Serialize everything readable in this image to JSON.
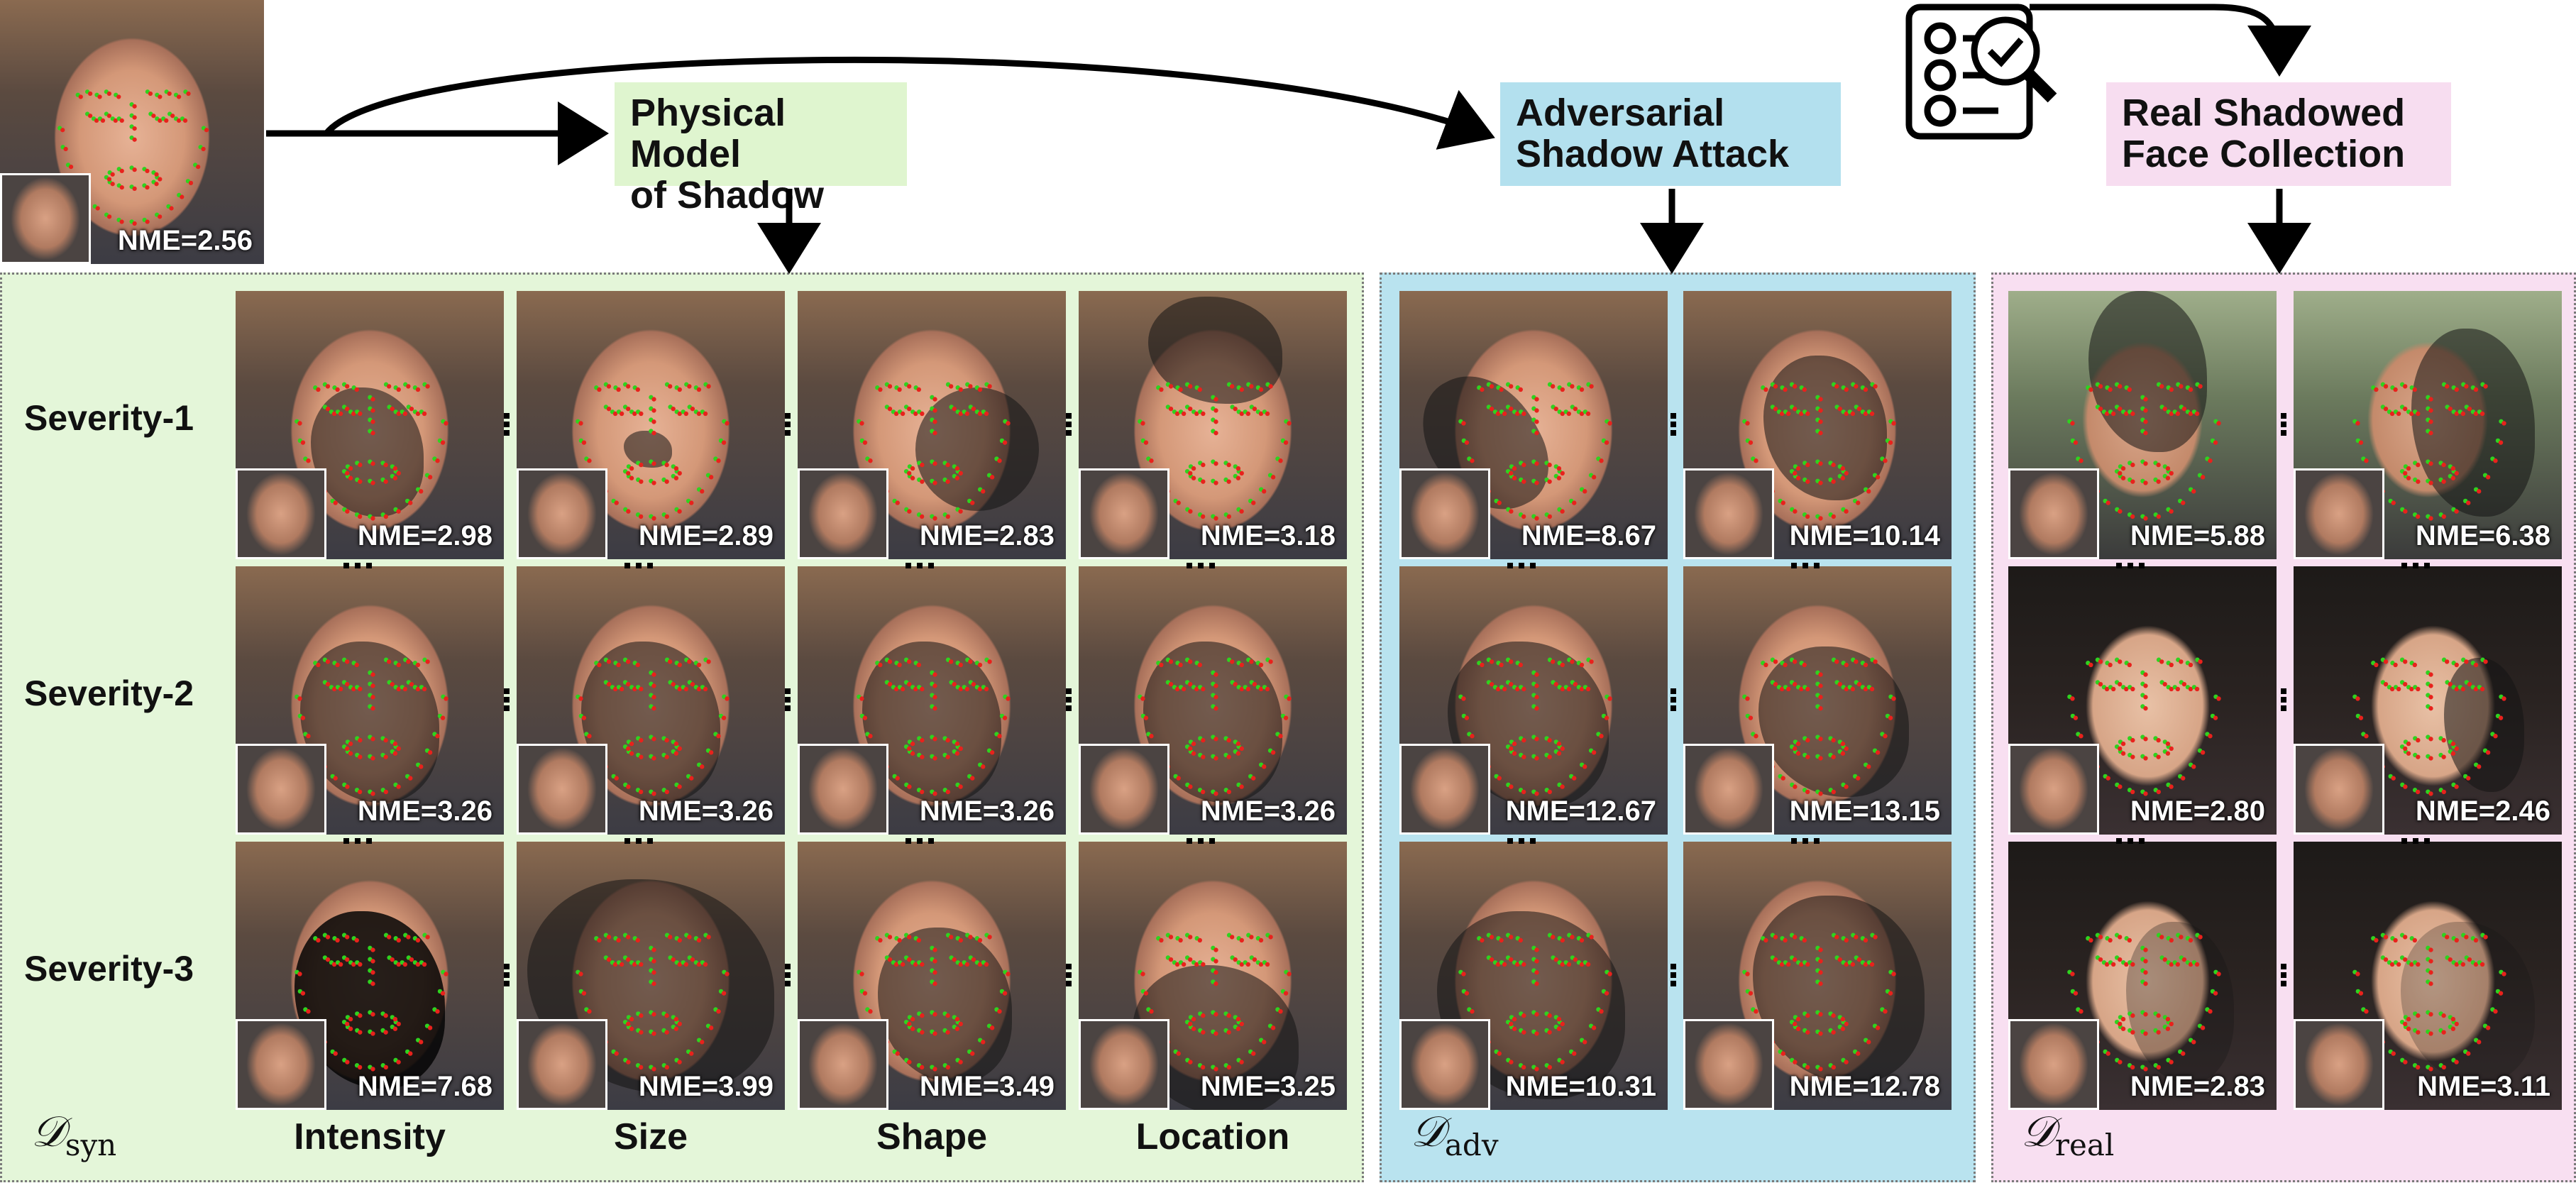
{
  "top": {
    "nme": "NME=2.56"
  },
  "boxes": {
    "syn": [
      "Physical Model",
      "of Shadow"
    ],
    "adv": [
      "Adversarial",
      "Shadow Attack"
    ],
    "real": [
      "Real Shadowed",
      "Face Collection"
    ]
  },
  "syn": {
    "rows": [
      "Severity-1",
      "Severity-2",
      "Severity-3"
    ],
    "cols": [
      "Intensity",
      "Size",
      "Shape",
      "Location"
    ],
    "nme": [
      [
        "NME=2.98",
        "NME=2.89",
        "NME=2.83",
        "NME=3.18"
      ],
      [
        "NME=3.26",
        "NME=3.26",
        "NME=3.26",
        "NME=3.26"
      ],
      [
        "NME=7.68",
        "NME=3.99",
        "NME=3.49",
        "NME=3.25"
      ]
    ],
    "dlabel": "𝒟",
    "dsub": "syn"
  },
  "adv": {
    "nme": [
      [
        "NME=8.67",
        "NME=10.14"
      ],
      [
        "NME=12.67",
        "NME=13.15"
      ],
      [
        "NME=10.31",
        "NME=12.78"
      ]
    ],
    "dlabel": "𝒟",
    "dsub": "adv"
  },
  "real": {
    "nme": [
      [
        "NME=5.88",
        "NME=6.38"
      ],
      [
        "NME=2.80",
        "NME=2.46"
      ],
      [
        "NME=2.83",
        "NME=3.11"
      ]
    ],
    "dlabel": "𝒟",
    "dsub": "real"
  },
  "icons": {
    "clipboard": "checklist-magnifier-icon"
  },
  "colors": {
    "syn_bg": "#e4f6d9",
    "adv_bg": "#b9e3ef",
    "real_bg": "#f8dff1",
    "landmark_red": "#e8221c",
    "landmark_green": "#2fd21f"
  }
}
